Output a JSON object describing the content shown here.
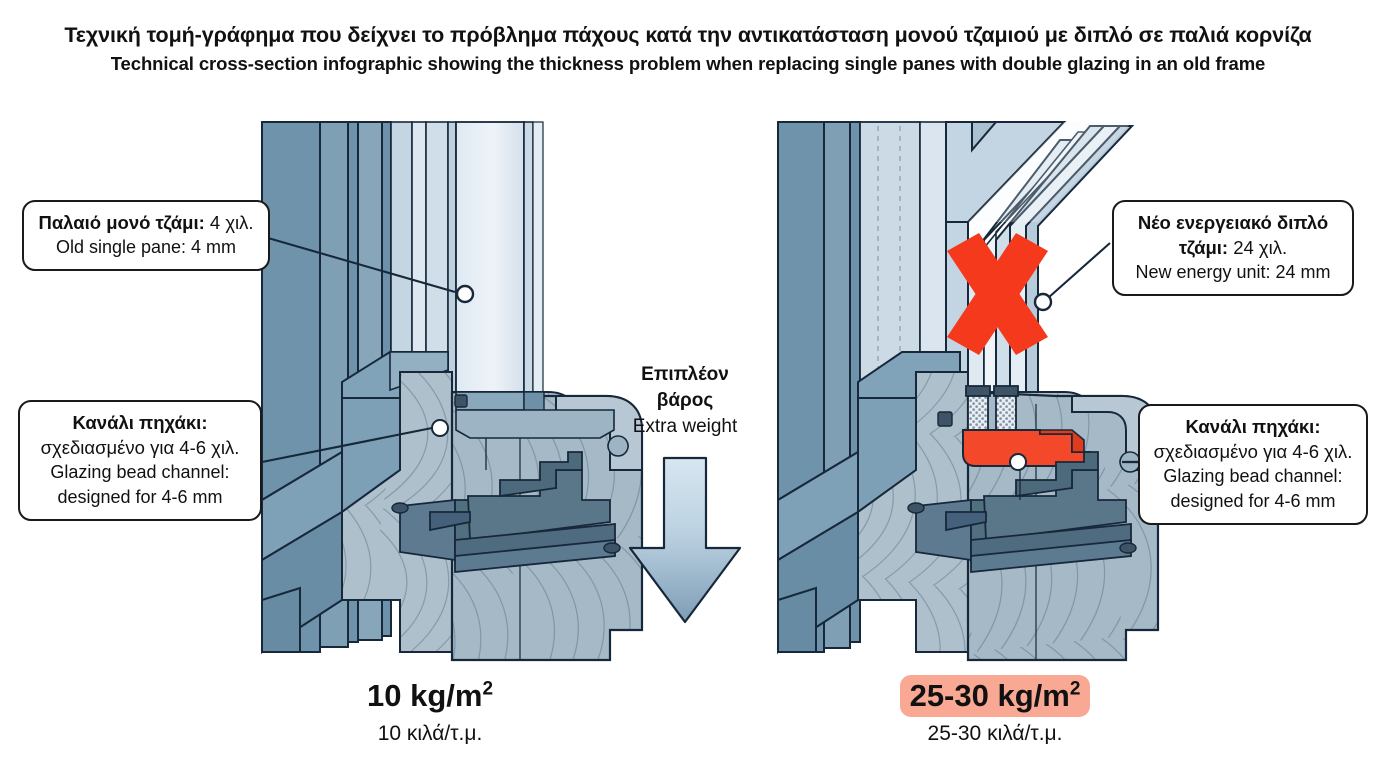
{
  "header": {
    "title_el": "Τεχνική τομή-γράφημα  που δείχνει το πρόβλημα πάχους κατά την αντικατάσταση μονού τζαμιού με διπλό σε παλιά κορνίζα",
    "title_en": "Technical cross-section infographic showing the thickness problem when replacing single panes with double glazing in an old frame"
  },
  "callouts": {
    "old_pane": {
      "el_bold": "Παλαιό μονό τζάμι:",
      "el_value": " 4 χιλ.",
      "en": "Old single pane: 4 mm"
    },
    "bead_left": {
      "el_bold": "Κανάλι πηχάκι:",
      "el_line2": "σχεδιασμένο για 4-6 χιλ.",
      "en_line1": "Glazing bead channel:",
      "en_line2": "designed for 4-6 mm"
    },
    "new_unit": {
      "el_bold_line1": "Νέο ενεργειακό διπλό",
      "el_bold_line2": "τζάμι:",
      "el_value": " 24 χιλ.",
      "en": "New energy unit: 24 mm"
    },
    "bead_right": {
      "el_bold": "Κανάλι πηχάκι:",
      "el_line2": "σχεδιασμένο για 4-6 χιλ.",
      "en_line1": "Glazing bead channel:",
      "en_line2": "designed for 4-6 mm"
    }
  },
  "center": {
    "el_line1": "Επιπλέον",
    "el_line2": "βάρος",
    "en": "Extra weight"
  },
  "weights": {
    "left": {
      "value": "10 kg/m",
      "exponent": "2",
      "sub": "10 κιλά/τ.μ.",
      "highlighted": false
    },
    "right": {
      "value": "25-30 kg/m",
      "exponent": "2",
      "sub": "25-30 κιλά/τ.μ.",
      "highlighted": true
    }
  },
  "annotations": {
    "reject_mark": "X",
    "reject_color": "#f4391d"
  },
  "colors": {
    "glass_pale": "#e8eef5",
    "glass_mid": "#b9cddd",
    "frame_blue": "#6f93ab",
    "frame_dark": "#5d7e95",
    "wood_light": "#aebfcb",
    "wood_mid": "#9cb1c1",
    "outline": "#16283a",
    "red_bead": "#f4482a",
    "highlight_pill": "#f9a894",
    "arrow_top": "#cfe0ee",
    "arrow_bottom": "#7c9cb5"
  }
}
